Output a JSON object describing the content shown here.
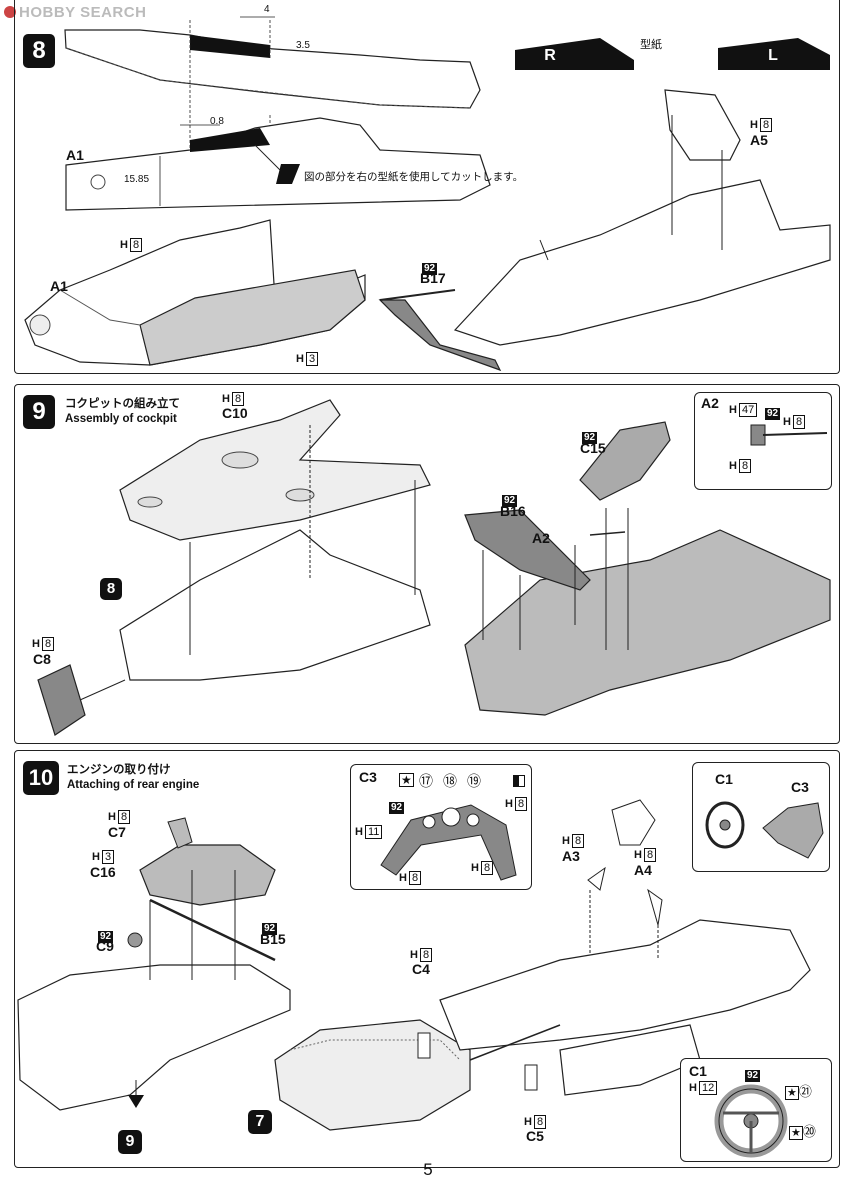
{
  "watermark": {
    "text": "HOBBY SEARCH"
  },
  "page_number": "5",
  "step8": {
    "number": "8",
    "template_title": "型紙",
    "template_r": "R",
    "template_l": "L",
    "note": "図の部分を右の型紙を使用してカットします。",
    "dims": {
      "d4": "4",
      "d35": "3.5",
      "d08": "0.8",
      "d1585": "15.85"
    },
    "labels": {
      "a1_top": "A1",
      "a1_bottom": "A1",
      "a5": "A5",
      "b17": "B17",
      "h8_a1": "H",
      "h8_a1_num": "8",
      "h8_a5": "H",
      "h8_a5_num": "8",
      "h3": "H",
      "h3_num": "3",
      "b17_color": "92"
    }
  },
  "step9": {
    "number": "9",
    "title_jp": "コクピットの組み立て",
    "title_en": "Assembly of cockpit",
    "ref_step": "8",
    "labels": {
      "c10": "C10",
      "c10_h": "H",
      "c10_h_num": "8",
      "c8": "C8",
      "c8_h": "H",
      "c8_h_num": "8",
      "c15": "C15",
      "c15_color": "92",
      "b16": "B16",
      "b16_color": "92",
      "a2": "A2"
    },
    "callout_a2": {
      "title": "A2",
      "h47": "H",
      "h47_num": "47",
      "color": "92",
      "h8a": "H",
      "h8a_num": "8",
      "h8b": "H",
      "h8b_num": "8"
    }
  },
  "step10": {
    "number": "10",
    "title_jp": "エンジンの取り付け",
    "title_en": "Attaching of rear engine",
    "ref_step_engine": "7",
    "ref_step_body": "9",
    "labels": {
      "c7": "C7",
      "c7_h": "H",
      "c7_h_num": "8",
      "c16": "C16",
      "c16_h": "H",
      "c16_h_num": "3",
      "c9": "C9",
      "c9_color": "92",
      "b15": "B15",
      "b15_color": "92",
      "c4": "C4",
      "c4_h": "H",
      "c4_h_num": "8",
      "c5": "C5",
      "c5_h": "H",
      "c5_h_num": "8",
      "a3": "A3",
      "a3_h": "H",
      "a3_h_num": "8",
      "a4": "A4",
      "a4_h": "H",
      "a4_h_num": "8"
    },
    "callout_c3": {
      "title": "C3",
      "d17": "⑰",
      "d18": "⑱",
      "d19": "⑲",
      "color": "92",
      "h8a": "H",
      "h8a_num": "8",
      "h11": "H",
      "h11_num": "11",
      "h8b": "H",
      "h8b_num": "8",
      "h8c": "H",
      "h8c_num": "8"
    },
    "callout_c1c3": {
      "c1": "C1",
      "c3": "C3"
    },
    "callout_c1": {
      "title": "C1",
      "h12": "H",
      "h12_num": "12",
      "color": "92",
      "d21": "㉑",
      "d20": "⑳"
    }
  }
}
